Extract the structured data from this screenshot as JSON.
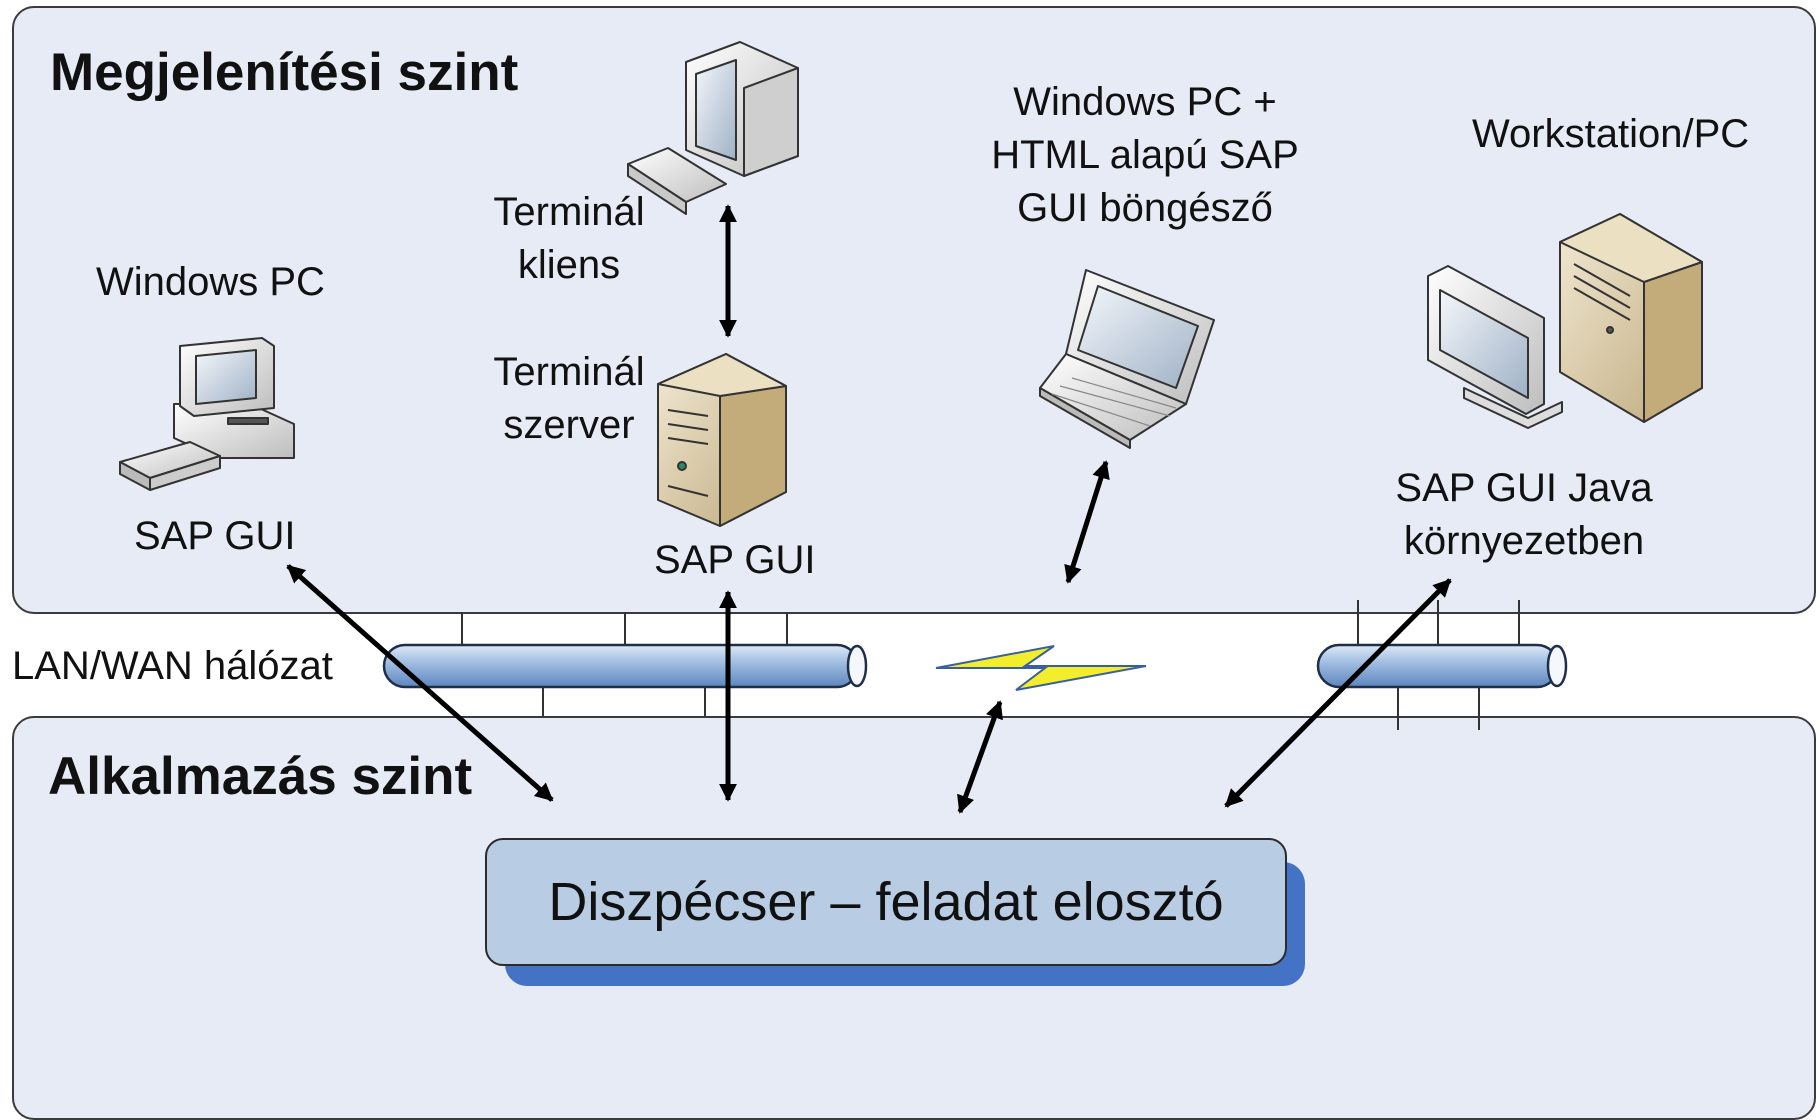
{
  "presentation_tier": {
    "title": "Megjelenítési szint",
    "windows_pc": {
      "title": "Windows PC",
      "label": "SAP GUI"
    },
    "terminal": {
      "client_line1": "Terminál",
      "client_line2": "kliens",
      "server_line1": "Terminál",
      "server_line2": "szerver",
      "label": "SAP GUI"
    },
    "html_gui": {
      "line1": "Windows PC +",
      "line2": "HTML alapú SAP",
      "line3": "GUI böngésző"
    },
    "workstation": {
      "title": "Workstation/PC",
      "line1": "SAP GUI Java",
      "line2": "környezetben"
    }
  },
  "network": {
    "label": "LAN/WAN hálózat"
  },
  "application_tier": {
    "title": "Alkalmazás szint",
    "dispatcher": "Diszpécser – feladat elosztó"
  },
  "colors": {
    "panel_fill": "#e6ebf5",
    "dispatcher_fill": "#b8cce4",
    "dispatcher_shadow": "#4472c4",
    "pipe": "#8fb1d9",
    "lightning": "#f2ee2b",
    "device_beige": "#d9c8a3",
    "device_grey": "#e7e7e7"
  },
  "icons": [
    "desktop-pc-icon",
    "terminal-client-icon",
    "server-tower-icon",
    "laptop-icon",
    "workstation-icon",
    "lightning-icon"
  ]
}
